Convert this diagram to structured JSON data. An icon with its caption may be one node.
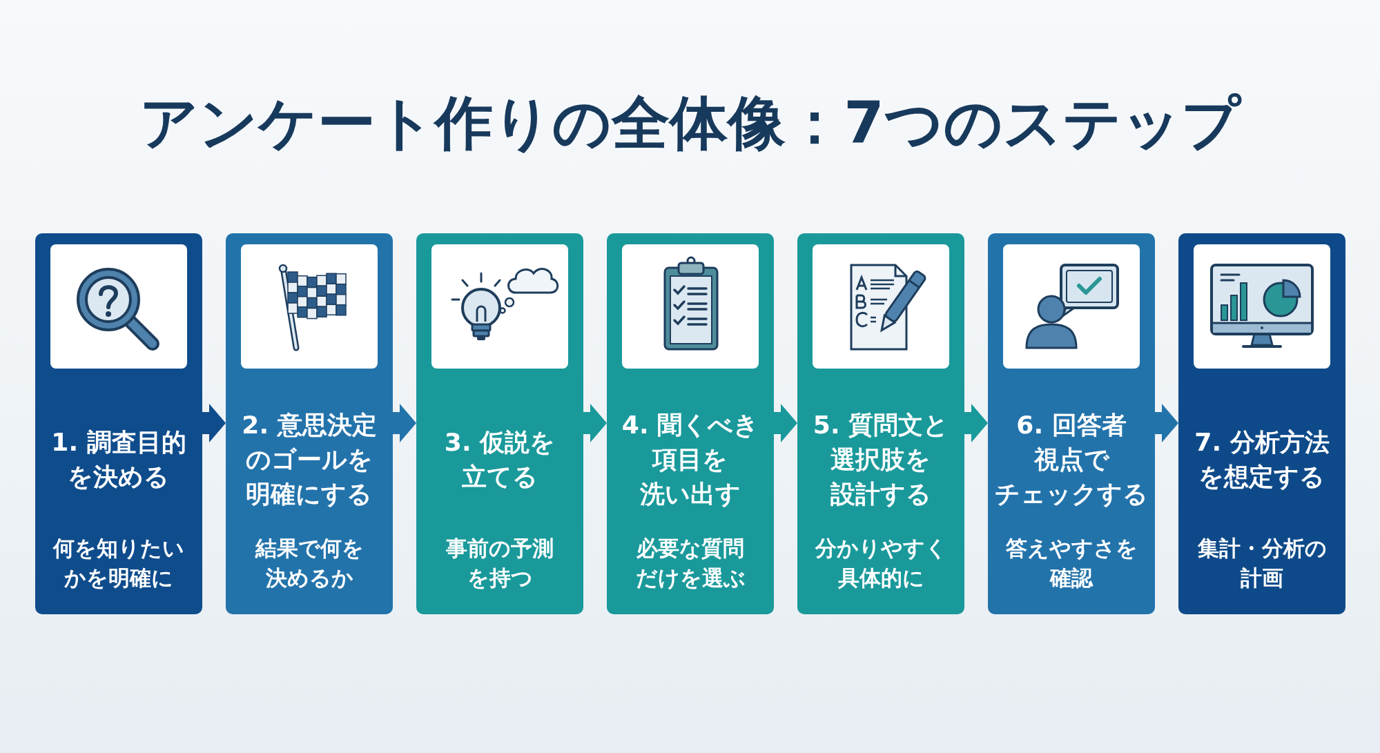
{
  "diagram": {
    "title": "アンケート作りの全体像：7つのステップ",
    "nodes": [
      {
        "text": [
          "1. 調査目的を決める",
          "何を知りたいかを明確に"
        ]
      },
      {
        "text": [
          "2. 意思決定のゴールを明確にする",
          "結果で何を決めるか"
        ]
      },
      {
        "text": [
          "3. 仮説を立てる",
          "事前の予測を持つ"
        ]
      },
      {
        "text": [
          "4. 聞くべき項目を洗い出す",
          "必要な質問だけを選ぶ"
        ]
      },
      {
        "text": [
          "5. 質問文と選択肢を設計する",
          "分かりやすく具体的に"
        ]
      },
      {
        "text": [
          "6. 回答者視点でチェックする",
          "答えやすさを確認"
        ]
      },
      {
        "text": [
          "7. 分析方法を想定する",
          "集計・分析の計画"
        ]
      }
    ],
    "edges": [
      {
        "from": 0,
        "to": 1,
        "arrow": "to",
        "color": "#0f4c8c"
      },
      {
        "from": 1,
        "to": 2,
        "arrow": "to",
        "color": "#2373ab"
      },
      {
        "from": 2,
        "to": 3,
        "arrow": "to"
      },
      {
        "from": 3,
        "to": 4,
        "arrow": "to"
      },
      {
        "from": 4,
        "to": 5,
        "arrow": "to"
      },
      {
        "from": 5,
        "to": 6,
        "arrow": "to",
        "color": "#2373ab"
      }
    ]
  }
}
